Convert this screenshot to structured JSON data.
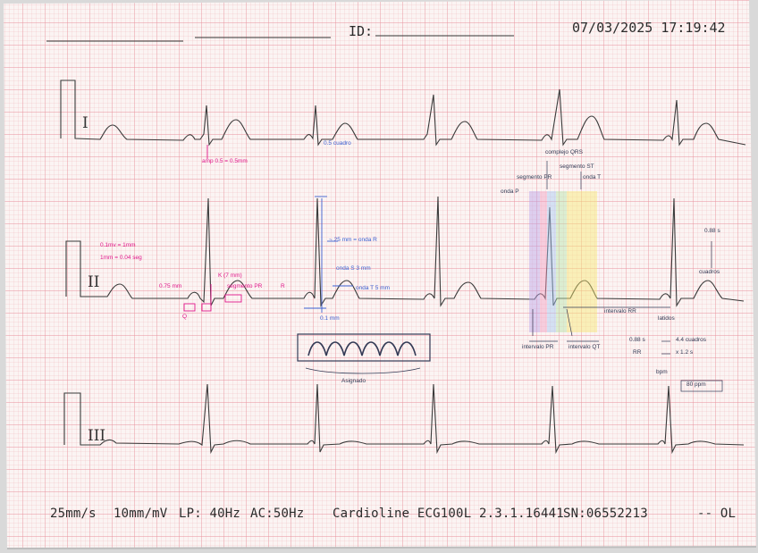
{
  "header": {
    "id_label": "ID:",
    "datetime": "07/03/2025 17:19:42"
  },
  "leads": [
    "I",
    "II",
    "III"
  ],
  "footer": {
    "speed": "25mm/s",
    "gain": "10mm/mV",
    "filter_lp": "LP: 40Hz",
    "filter_ac": "AC:50Hz",
    "device": "Cardioline ECG100L 2.3.1.16441",
    "serial": "SN:06552213",
    "flag": "-- OL"
  },
  "annotations": {
    "lead1_amp": "amp 0.5 = 0.5mm",
    "lead1_blue": "0.5 cuadro",
    "legend_v": "0.1mv = 1mm",
    "legend_t": "1mm = 0.04 seg",
    "mm_label": "0.75 mm",
    "k_label": "K (7 mm)",
    "segment_label": "segmento PR",
    "r_peak": "R",
    "q_label": "Q",
    "blue_upper": "~ 25 mm = onda R",
    "blue_mid": "onda S 3 mm",
    "blue_right": "onda T 5 mm",
    "blue_bottom": "0.1 mm",
    "sine_label": "Asignado",
    "complex_qrs": "complejo QRS",
    "segment_pr": "segmento PR",
    "segment_st": "segmento ST",
    "onda_t": "onda T",
    "onda_p": "onda P",
    "intervalo_pr": "intervalo PR",
    "intervalo_qt": "intervalo QT",
    "interval_rr": "intervalo RR",
    "latidos": "latidos",
    "cuadros_top": "0.88 s",
    "cuadros_desc": "cuadros",
    "calc1": "0.88 s",
    "calc1r": "4.4 cuadros",
    "calc2": "RR",
    "calc2r": "x 1.2 s",
    "bpm_calc": "bpm",
    "bpm_result": "80 ppm"
  }
}
